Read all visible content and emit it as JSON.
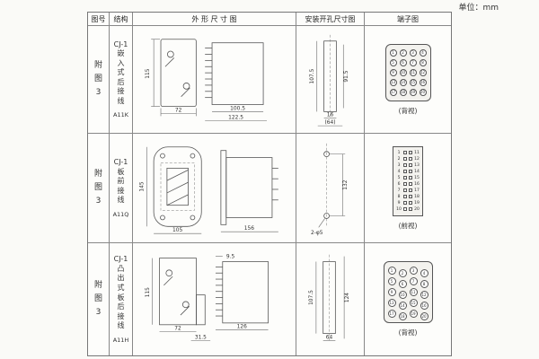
{
  "page": {
    "unit_label": "单位：mm"
  },
  "table": {
    "headers": {
      "fig": "图号",
      "structure": "结构",
      "outline": "外 形 尺 寸 图",
      "mounting": "安装开孔尺寸图",
      "terminal": "端子图"
    },
    "rows": [
      {
        "fig_no": "附\n图\n3",
        "structure": "CJ-1\n嵌\n入\n式\n后\n接\n线",
        "model": "A11K",
        "outline": {
          "d1": "115",
          "d2": "72",
          "d3": "100.5",
          "d4": "122.5"
        },
        "mounting": {
          "d1": "107.5",
          "d2": "91.5",
          "d3": "16",
          "d4": "(64)"
        },
        "terminal": {
          "view": "(背视)",
          "numbers": [
            "1",
            "2",
            "3",
            "4",
            "5",
            "6",
            "7",
            "8",
            "9",
            "10",
            "11",
            "12",
            "13",
            "14",
            "15",
            "16",
            "17",
            "18",
            "19",
            "20"
          ]
        }
      },
      {
        "fig_no": "附\n图\n3",
        "structure": "CJ-1\n板\n前\n接\n线",
        "model": "A11Q",
        "outline": {
          "d1": "145",
          "d2": "105",
          "d3": "156"
        },
        "mounting": {
          "d1": "132",
          "d2": "2-φ5"
        },
        "terminal": {
          "view": "(前视)",
          "pairs": [
            {
              "l": "1",
              "r": "11"
            },
            {
              "l": "2",
              "r": "12"
            },
            {
              "l": "3",
              "r": "13"
            },
            {
              "l": "4",
              "r": "14"
            },
            {
              "l": "5",
              "r": "15"
            },
            {
              "l": "6",
              "r": "16"
            },
            {
              "l": "7",
              "r": "17"
            },
            {
              "l": "8",
              "r": "18"
            },
            {
              "l": "9",
              "r": "19"
            },
            {
              "l": "10",
              "r": "20"
            }
          ]
        }
      },
      {
        "fig_no": "附\n图\n3",
        "structure": "CJ-1\n凸\n出\n式\n板\n后\n接\n线",
        "model": "A11H",
        "outline": {
          "d1": "115",
          "d2": "72",
          "d3": "31.5",
          "d4": "9.5",
          "d5": "126"
        },
        "mounting": {
          "d1": "107.5",
          "d2": "124",
          "d3": "64"
        },
        "terminal": {
          "view": "(背视)",
          "numbers": [
            "1",
            "2",
            "3",
            "4",
            "5",
            "6",
            "7",
            "8",
            "9",
            "10",
            "11",
            "12",
            "13",
            "14",
            "15",
            "16",
            "17",
            "18",
            "19",
            "20"
          ]
        }
      }
    ]
  }
}
